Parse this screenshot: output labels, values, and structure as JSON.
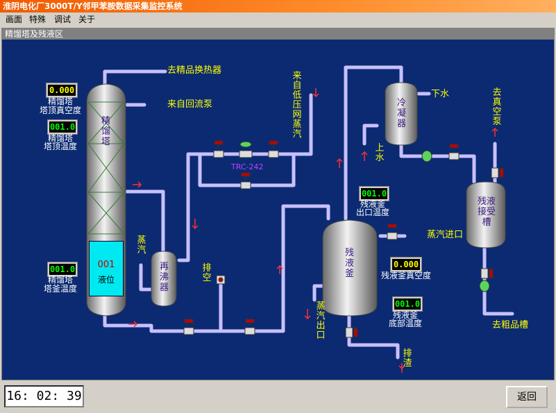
{
  "window": {
    "title": "淮阴电化厂3000T/Y邻甲苯胺数据采集监控系统"
  },
  "menu": [
    "画面",
    "特殊",
    "调试",
    "关于"
  ],
  "panel": {
    "title": "精馏塔及残液区"
  },
  "indicators": {
    "tower_top_vacuum": {
      "value": "0.000",
      "label1": "精馏塔",
      "label2": "塔顶真空度"
    },
    "tower_top_temp": {
      "value": "001.0",
      "label1": "精馏塔",
      "label2": "塔顶温度"
    },
    "tower_bottom_temp": {
      "value": "001.0",
      "label1": "精馏塔",
      "label2": "塔釜温度"
    },
    "residue_outlet_temp": {
      "value": "001.0",
      "label1": "残液釜",
      "label2": "出口温度"
    },
    "residue_vacuum": {
      "value": "0.000",
      "label1": "残液釜真空度"
    },
    "residue_bottom_temp": {
      "value": "001.0",
      "label1": "残液釜",
      "label2": "底部温度"
    }
  },
  "level": {
    "value": "001",
    "label": "液位"
  },
  "equipment": {
    "tower": "精馏塔",
    "reboiler": "再沸器",
    "condenser": "冷凝器",
    "residue_kettle": "残液釜",
    "receiver": "残液接受槽"
  },
  "flows": {
    "to_refine_exchanger": "去精品换热器",
    "from_reflux_pump": "来自回流泵",
    "from_lp_steam": "来自低压网蒸汽",
    "steam_reboiler": "蒸汽",
    "vent": "排空",
    "water_out": "下水",
    "water_in": "上水",
    "to_vacuum_pump": "去真空泵",
    "steam_inlet": "蒸汽进口",
    "steam_outlet": "蒸汽出口",
    "slag": "排渣",
    "to_crude_tank": "去粗品槽"
  },
  "controller_tag": "TRC-242",
  "status": {
    "clock": "16: 02: 39",
    "back_label": "返回"
  }
}
